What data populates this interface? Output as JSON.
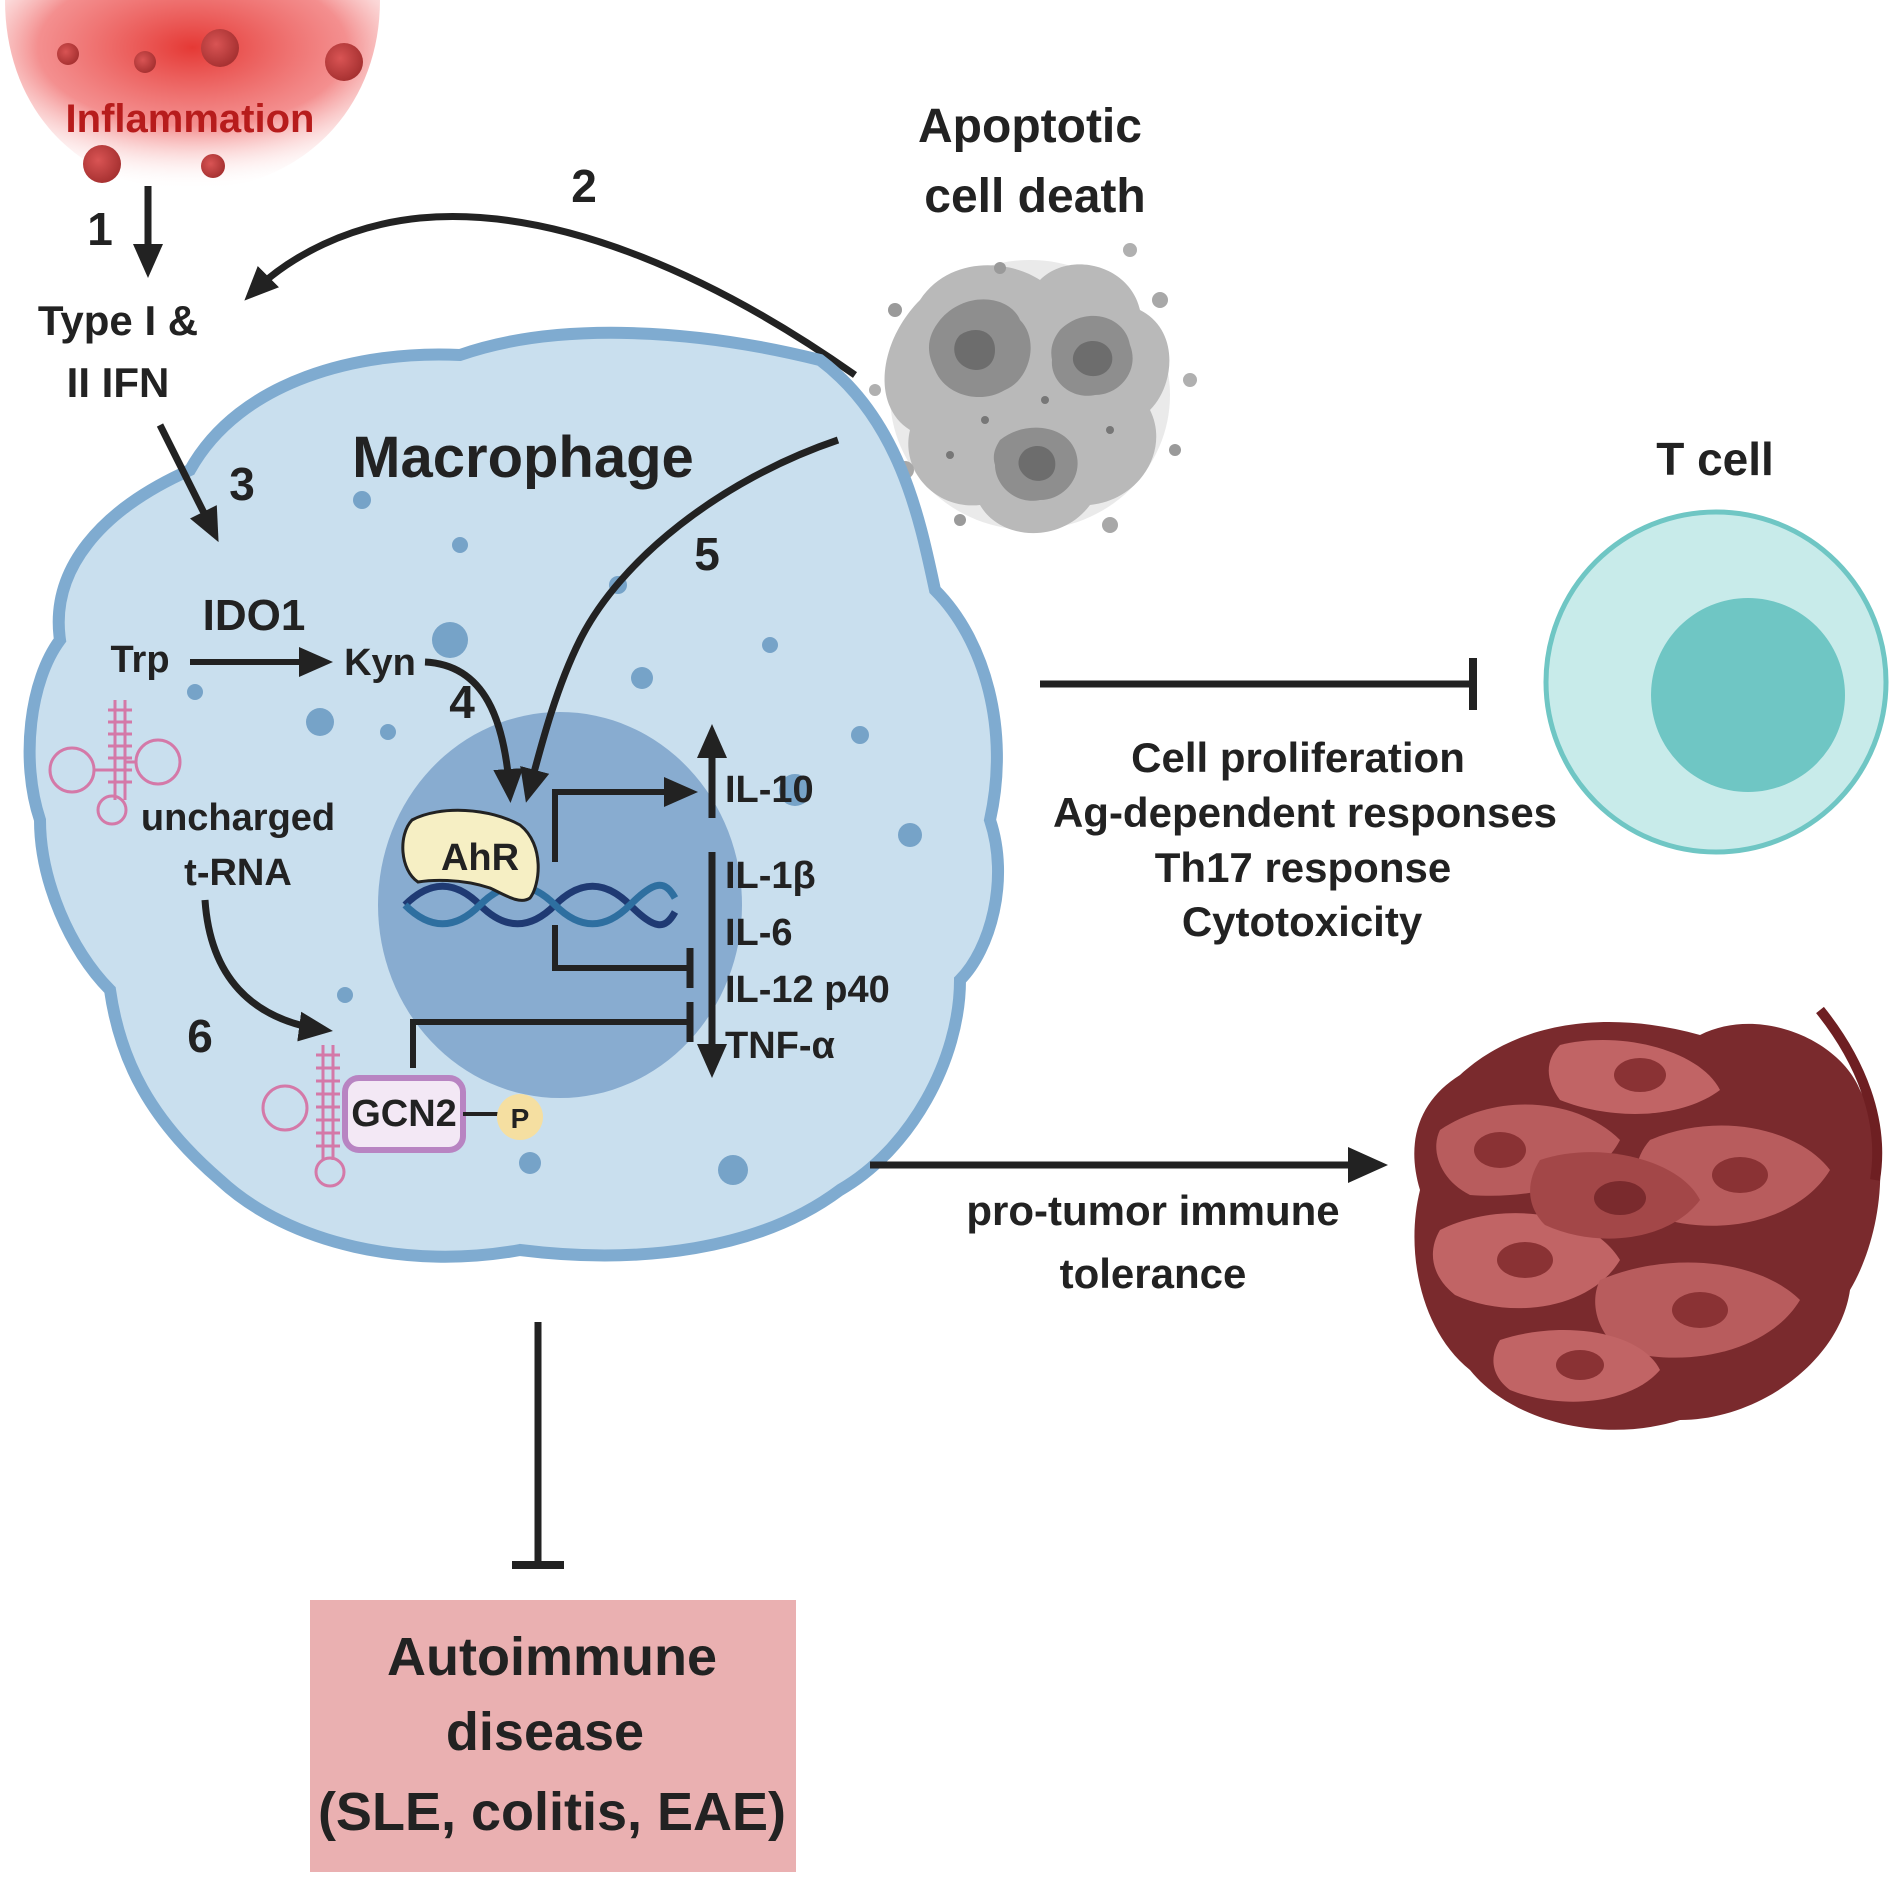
{
  "colors": {
    "inflammation": "#e53935",
    "inflammation_text": "#b71c1c",
    "macrophage_fill": "#c9dfee",
    "macrophage_stroke": "#7fabd0",
    "nucleus": "#88acd0",
    "vesicle": "#76a3c8",
    "tcell_outer": "#c8ebea",
    "tcell_stroke": "#6fc6c4",
    "tcell_nucleus": "#6fc6c4",
    "tumor": "#a94d4e",
    "tumor_dark": "#6e1f22",
    "autoimmune_box": "#eab0b1",
    "ahr_fill": "#f6efc4",
    "gcn2_stroke": "#b884c2",
    "phospho_fill": "#f5dfa1",
    "dna_dark": "#1f3a73",
    "dna_light": "#2e6fa0",
    "trna": "#d479a8",
    "arrow": "#222222"
  },
  "labels": {
    "inflammation": "Inflammation",
    "ifn_line1": "Type I &",
    "ifn_line2": "II IFN",
    "apoptotic_line1": "Apoptotic",
    "apoptotic_line2": "cell death",
    "macrophage": "Macrophage",
    "ido1": "IDO1",
    "trp": "Trp",
    "kyn": "Kyn",
    "ahr": "AhR",
    "uncharged_line1": "uncharged",
    "uncharged_line2": "t-RNA",
    "gcn2": "GCN2",
    "phospho": "P",
    "il10": "IL-10",
    "il1b": "IL-1β",
    "il6": "IL-6",
    "il12": "IL-12 p40",
    "tnfa": "TNF-α",
    "t_cell": "T cell",
    "tcell_effects": [
      "Cell proliferation",
      "Ag-dependent responses",
      "Th17 response",
      "Cytotoxicity"
    ],
    "tumor_line1": "pro-tumor immune",
    "tumor_line2": "tolerance",
    "autoimmune_line1": "Autoimmune",
    "autoimmune_line2": "disease",
    "autoimmune_line3": "(SLE, colitis, EAE)"
  },
  "steps": {
    "s1": "1",
    "s2": "2",
    "s3": "3",
    "s4": "4",
    "s5": "5",
    "s6": "6"
  }
}
